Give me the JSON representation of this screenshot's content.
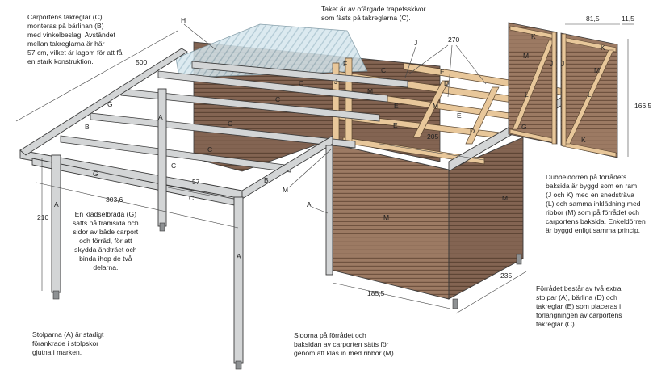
{
  "notes": {
    "rafters": [
      "Carportens takreglar (C)",
      "monteras på bärlinan (B)",
      "med vinkelbeslag. Avståndet",
      "mellan takreglarna är här",
      "57 cm, vilket är lagom för att få",
      "en stark konstruktion."
    ],
    "roof": [
      "Taket är av ofärgade trapetsskivor",
      "som fästs på takreglarna (C)."
    ],
    "fascia": [
      "En klädselbräda (G)",
      "sätts på framsida och",
      "sidor av både carport",
      "och förråd, för att",
      "skydda ändträet och",
      "binda ihop de två",
      "delarna."
    ],
    "posts": [
      "Stolparna (A) är stadigt",
      "förankrade i stolpskor",
      "gjutna i marken."
    ],
    "walls": [
      "Sidorna på förrådet och",
      "baksidan av carporten sätts för",
      "genom att kläs in med ribbor (M)."
    ],
    "doors": [
      "Dubbeldörren på förrådets",
      "baksida är byggd som en ram",
      "(J och K) med en snedsträva",
      "(L) och samma inklädning med",
      "ribbor (M) som på förrådet och",
      "carportens baksida. Enkeldörren",
      "är byggd enligt samma princip."
    ],
    "shed": [
      "Förrådet består av två extra",
      "stolpar (A), bärlina (D) och",
      "takreglar (E) som placeras i",
      "förlängningen av carportens",
      "takreglar (C)."
    ]
  },
  "dimensions": {
    "d500": "500",
    "d303": "303,6",
    "d210": "210",
    "d57": "57",
    "d270": "270",
    "d205": "205",
    "d185": "185,5",
    "d235": "235",
    "d81": "81,5",
    "d11": "11,5",
    "d166": "166,5"
  },
  "parts": {
    "A": "A",
    "B": "B",
    "C": "C",
    "D": "D",
    "E": "E",
    "F": "F",
    "G": "G",
    "H": "H",
    "J": "J",
    "K": "K",
    "L": "L",
    "M": "M"
  },
  "colors": {
    "wood_light": "#e8c79a",
    "wood_panel": "#9c7a63",
    "wood_panel_dark": "#7f604c",
    "frame_grey": "#d3d5d6",
    "frame_shadow": "#a9acae",
    "roof_glass": "#cfe3ea",
    "line": "#3a3a3a"
  }
}
